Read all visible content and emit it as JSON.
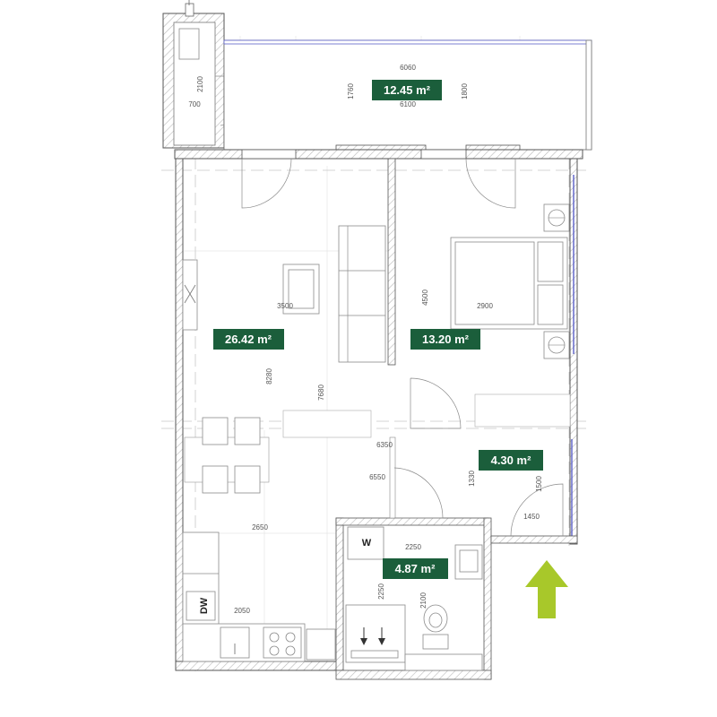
{
  "rooms": [
    {
      "id": "balcony",
      "area": "12.45 m²"
    },
    {
      "id": "living",
      "area": "26.42 m²"
    },
    {
      "id": "bedroom",
      "area": "13.20 m²"
    },
    {
      "id": "hall",
      "area": "4.30 m²"
    },
    {
      "id": "bathroom",
      "area": "4.87 m²"
    }
  ],
  "dimensions": {
    "d6060": "6060",
    "d6100": "6100",
    "d2100a": "2100",
    "d700": "700",
    "d1760": "1760",
    "d1800": "1800",
    "d3500": "3500",
    "d4500": "4500",
    "d2900": "2900",
    "d8280": "8280",
    "d7680": "7680",
    "d6350": "6350",
    "d6550": "6550",
    "d1330": "1330",
    "d1500": "1500",
    "d1450": "1450",
    "d2650": "2650",
    "d2250a": "2250",
    "d2250b": "2250",
    "d2100b": "2100",
    "d2050": "2050"
  },
  "appliances": {
    "washer": "W",
    "dishwasher": "DW"
  },
  "colors": {
    "tag_bg": "#1b5e3b",
    "arrow": "#a8c82a",
    "wall_hatch": "#b9b9b9",
    "window_glass": "#5a5fc8"
  },
  "icons": {
    "entrance": "entrance-arrow-icon"
  }
}
